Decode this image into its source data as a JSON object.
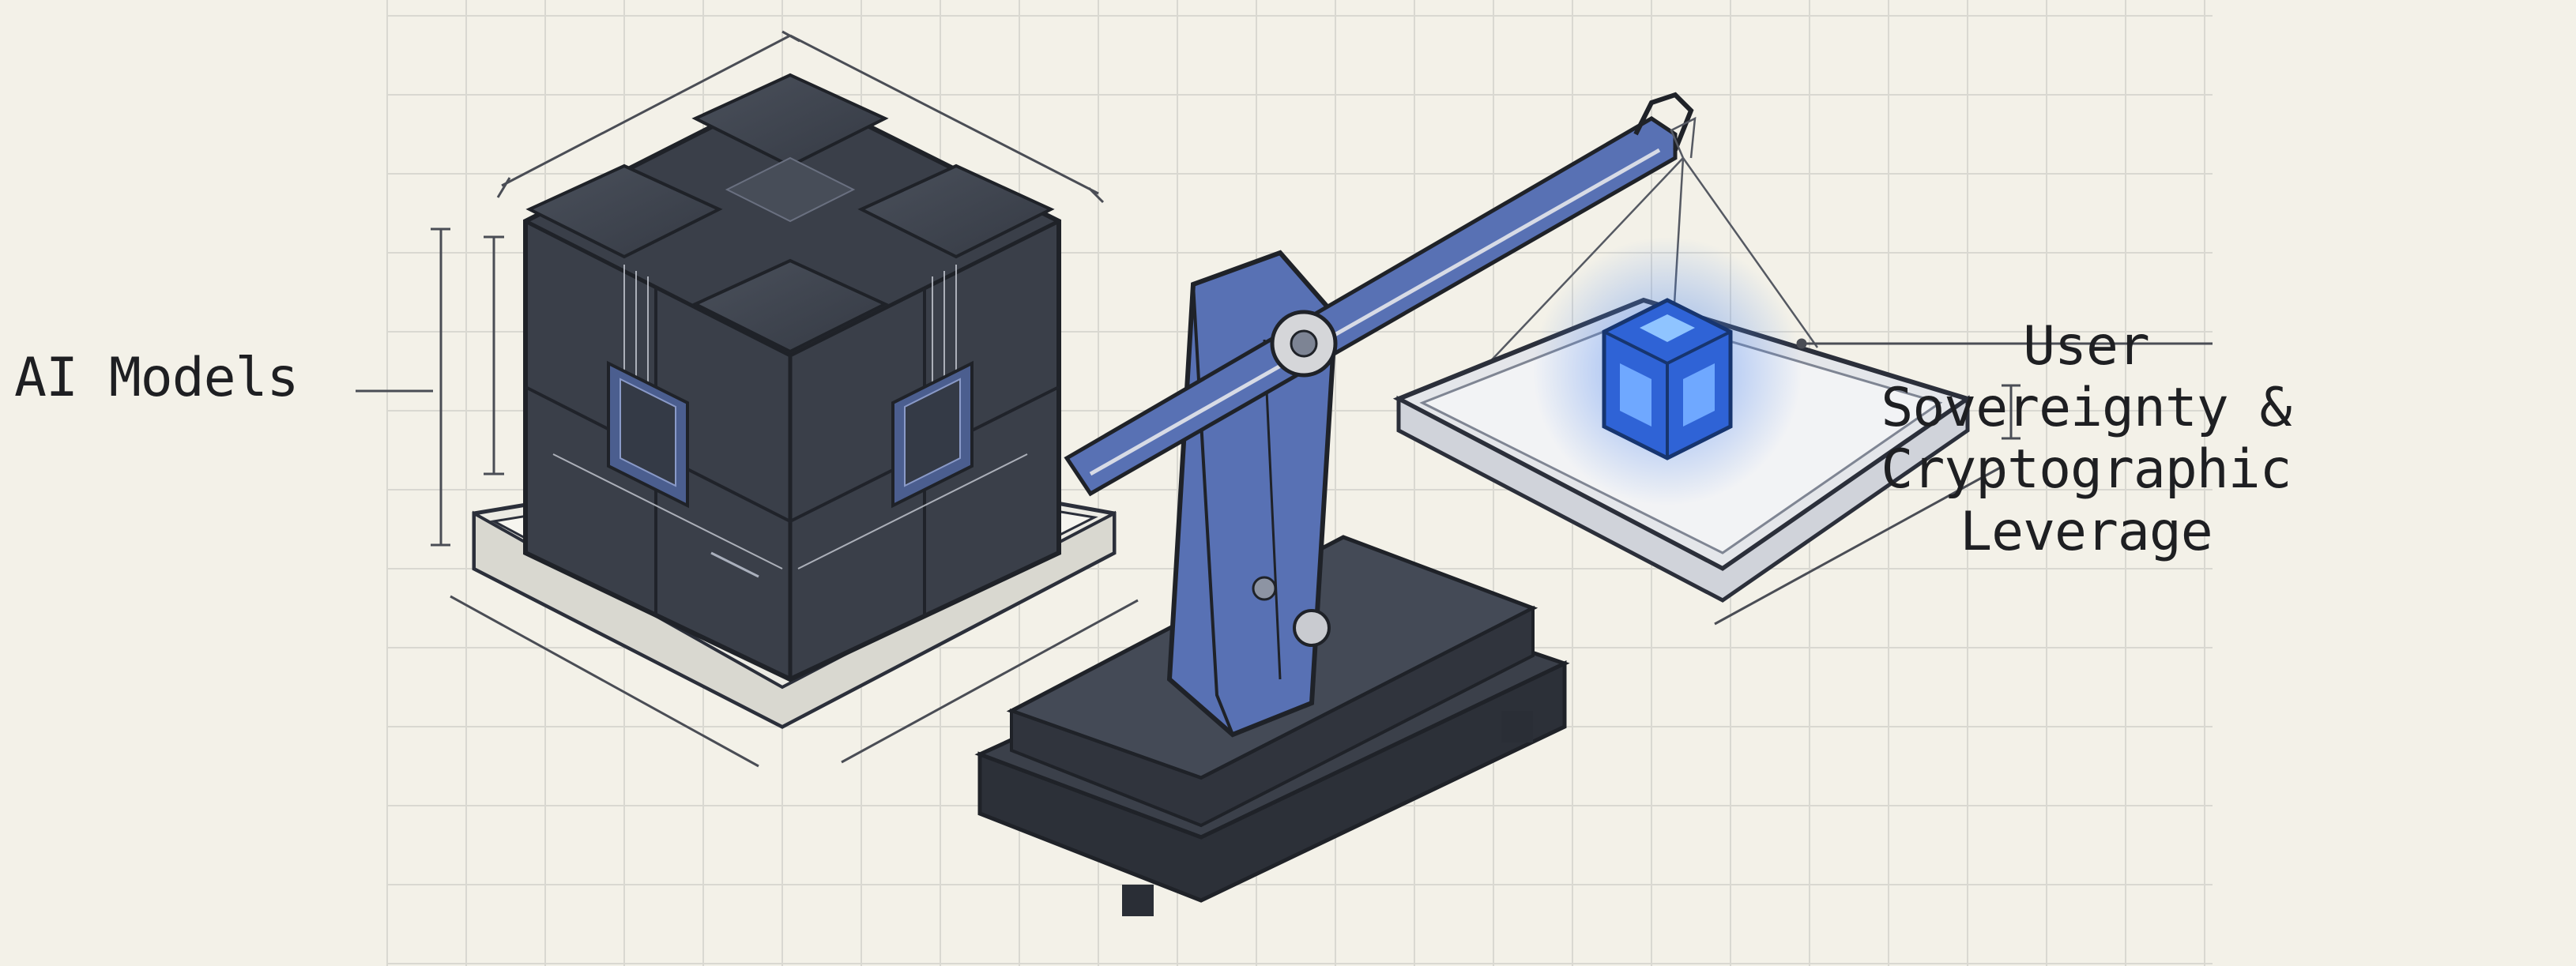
{
  "left_label": "AI Models",
  "right_label_lines": [
    "User",
    "Sovereignty &",
    "Cryptographic",
    "Leverage"
  ],
  "colors": {
    "paper": "#f3f1e8",
    "grid": "#d8d7d0",
    "ink": "#2b2f3a",
    "cube_dark": "#3a3f49",
    "scale_blue": "#5871b4",
    "glow_blue": "#3f7cf0"
  }
}
